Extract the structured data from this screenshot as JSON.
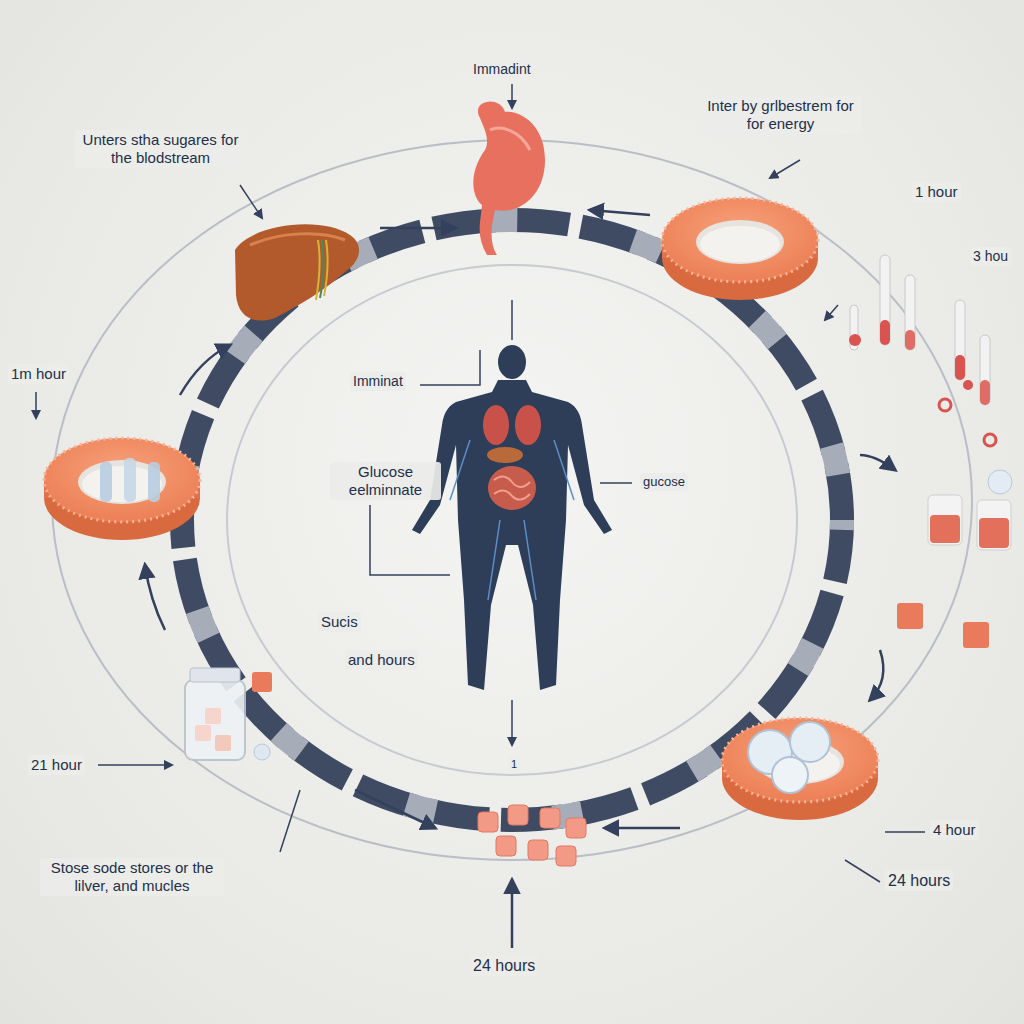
{
  "diagram": {
    "labels": [
      "Immadint",
      "Unters stha sugares for the blodstream",
      "Inter by grlbestrem for for energy",
      "1 hour",
      "3 hou",
      "1m hour",
      "Imminat",
      "Glucose eelminnate",
      "gucose",
      "Sucis",
      "and hours",
      "21 hour",
      "Stose sode stores or the lilver, and mucles",
      "4 hour",
      "24 hours",
      "24 hours",
      "1"
    ]
  }
}
